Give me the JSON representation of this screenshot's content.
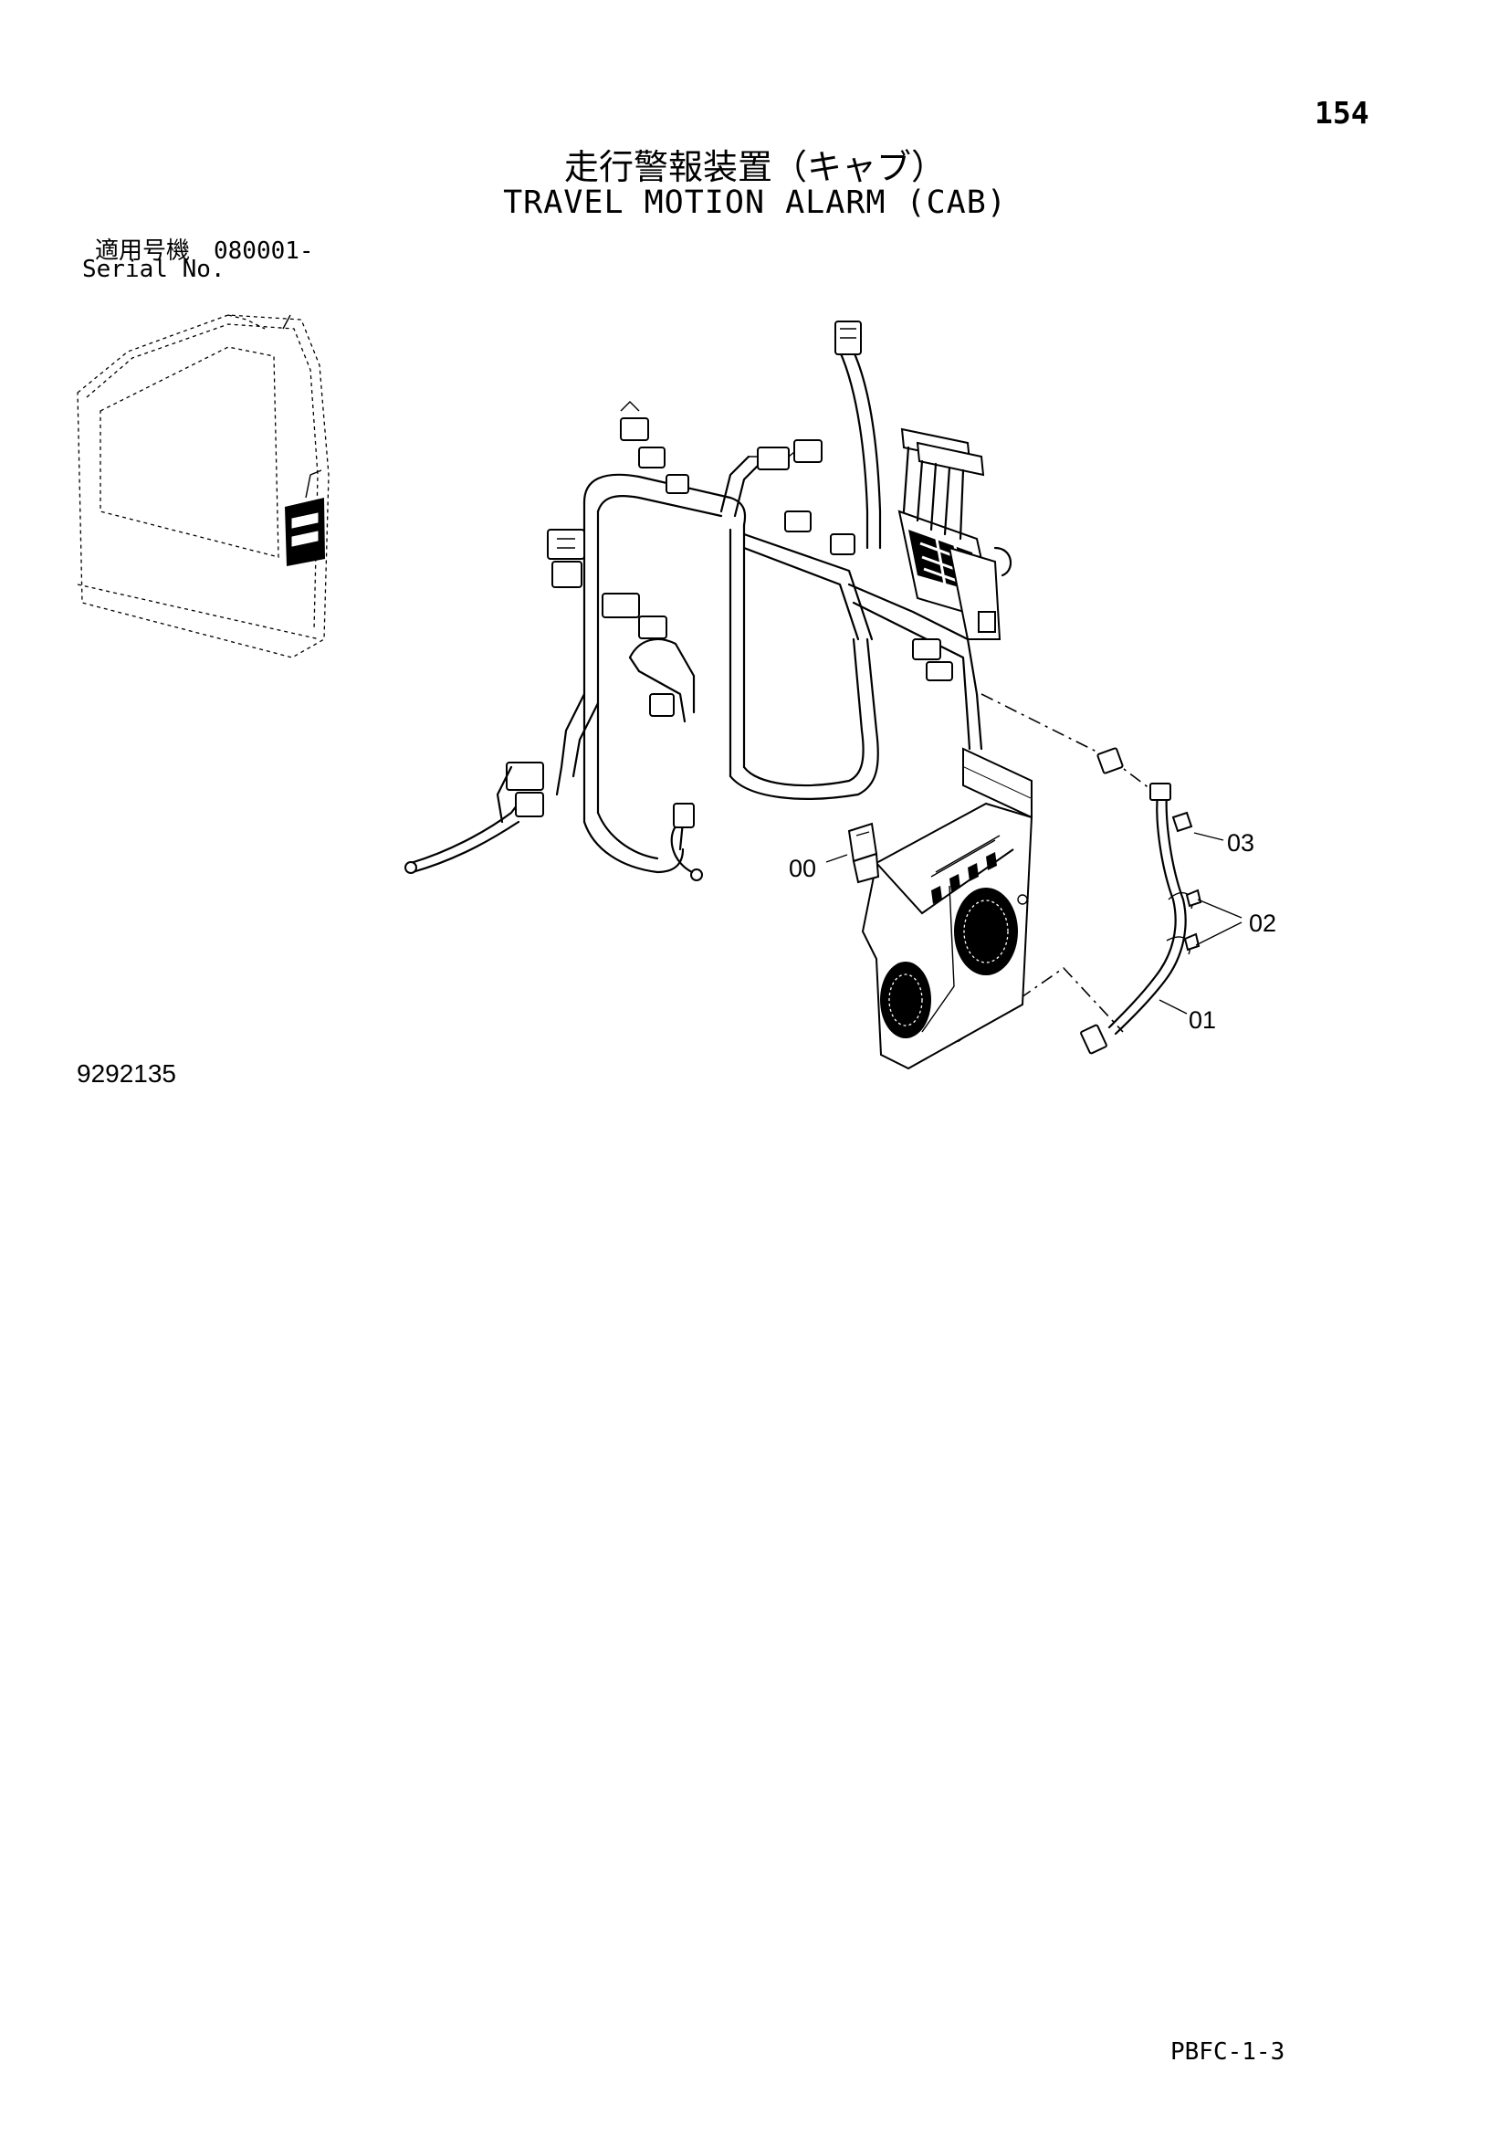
{
  "page": {
    "number": "154",
    "title_jp": "走行警報装置（キャブ）",
    "title_en": "TRAVEL MOTION ALARM (CAB)",
    "serial_jp": "適用号機　080001-",
    "serial_en": "Serial No.",
    "drawing_number": "9292135",
    "code": "PBFC-1-3"
  },
  "callouts": [
    "00",
    "01",
    "02",
    "03"
  ]
}
